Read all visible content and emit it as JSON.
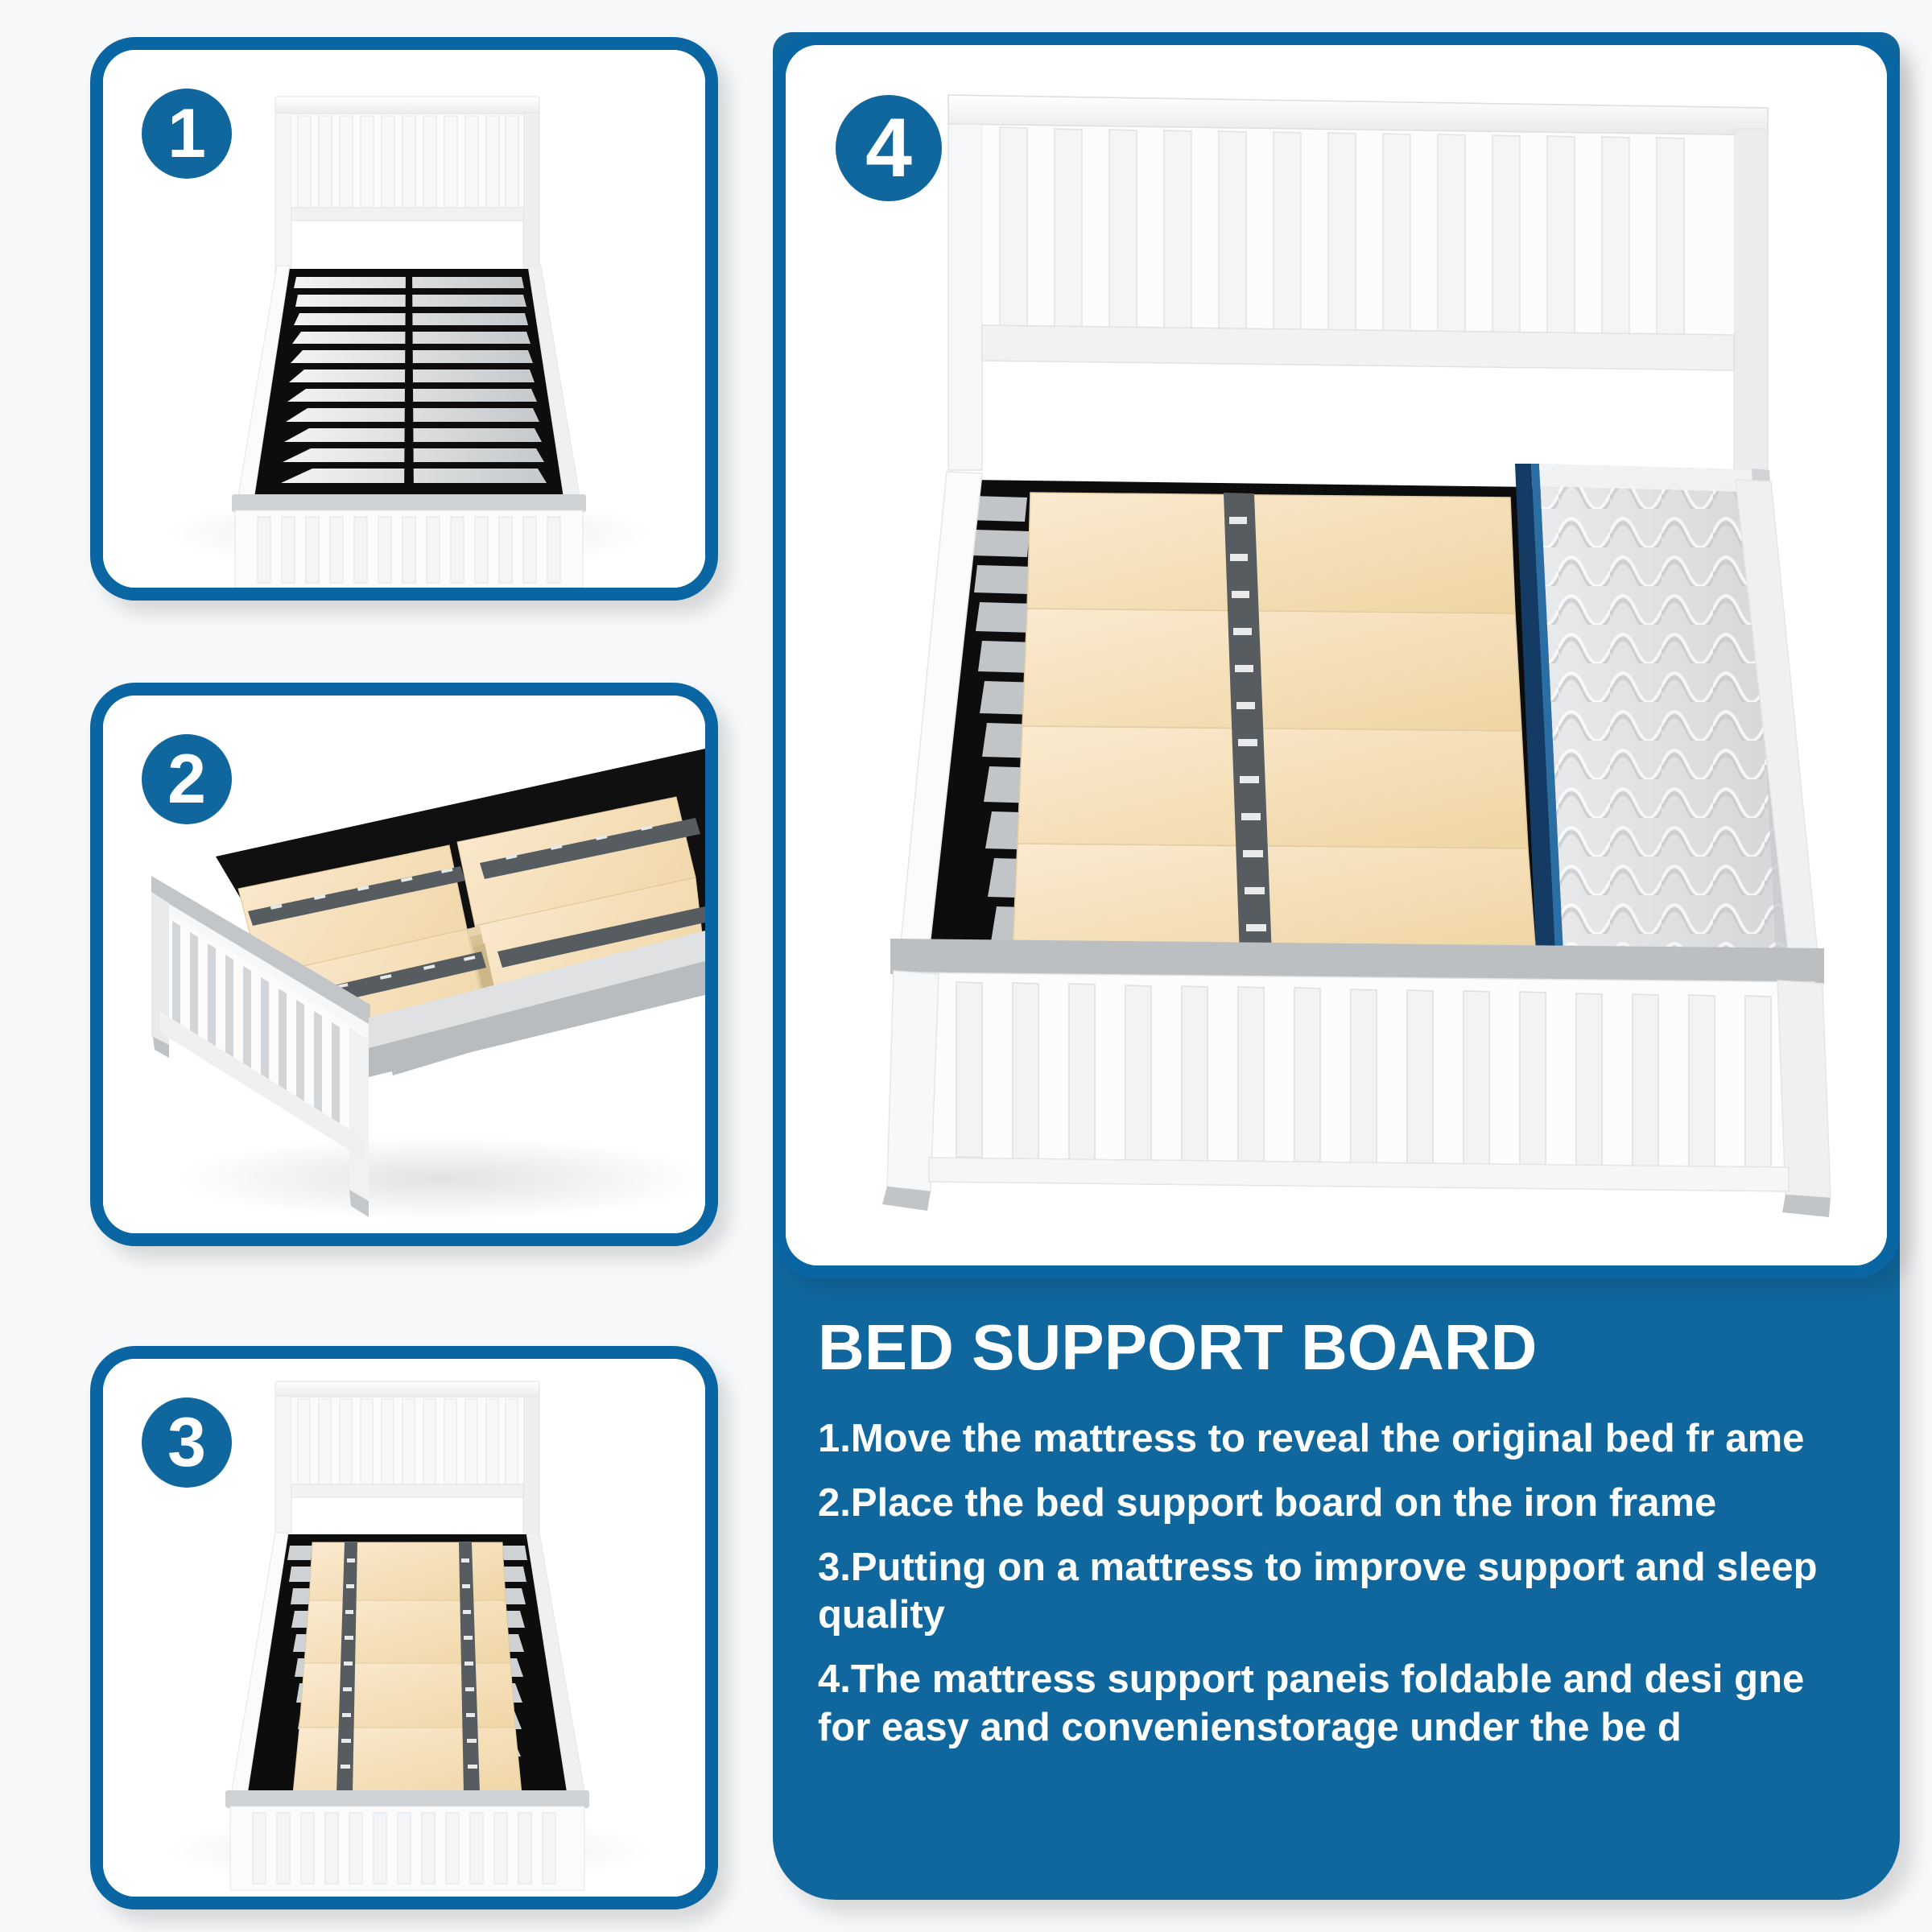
{
  "page": {
    "background_color": "#f7f8f9",
    "accent_blue": "#10679e",
    "border_blue": "#0a66a3"
  },
  "steps": [
    {
      "number": "1",
      "name": "bed-frame-empty",
      "caption_ref": "1"
    },
    {
      "number": "2",
      "name": "placing-support-board",
      "caption_ref": "2"
    },
    {
      "number": "3",
      "name": "support-board-placed",
      "caption_ref": "3"
    },
    {
      "number": "4",
      "name": "mattress-on-board",
      "caption_ref": "4"
    }
  ],
  "info": {
    "title": "BED SUPPORT BOARD",
    "lines": [
      "1.Move the mattress to reveal the original bed fr ame",
      "2.Place the bed support board on the iron frame",
      "3.Putting on a mattress to improve support and sleep quality",
      "4.The mattress support paneis foldable and desi gne for easy and convenienstorage under the be d"
    ],
    "line1": "1.Move the mattress to reveal the original bed fr ame",
    "line2": "2.Place the bed support board on the iron frame",
    "line3": "3.Putting on a mattress to improve support and sleep quality",
    "line4": "4.The mattress support paneis foldable and desi gne for easy and convenienstorage under the be d"
  },
  "materials": {
    "frame_white": "#fdfdfd",
    "frame_gray": "#b9bcbf",
    "metal_black": "#0d0d0d",
    "slat_silver": "#d7d9db",
    "board_beige": "#f5dfb8",
    "hinge_gray": "#575c60",
    "mattress_white": "#e4e5e7",
    "mattress_edge_navy": "#133b63"
  }
}
